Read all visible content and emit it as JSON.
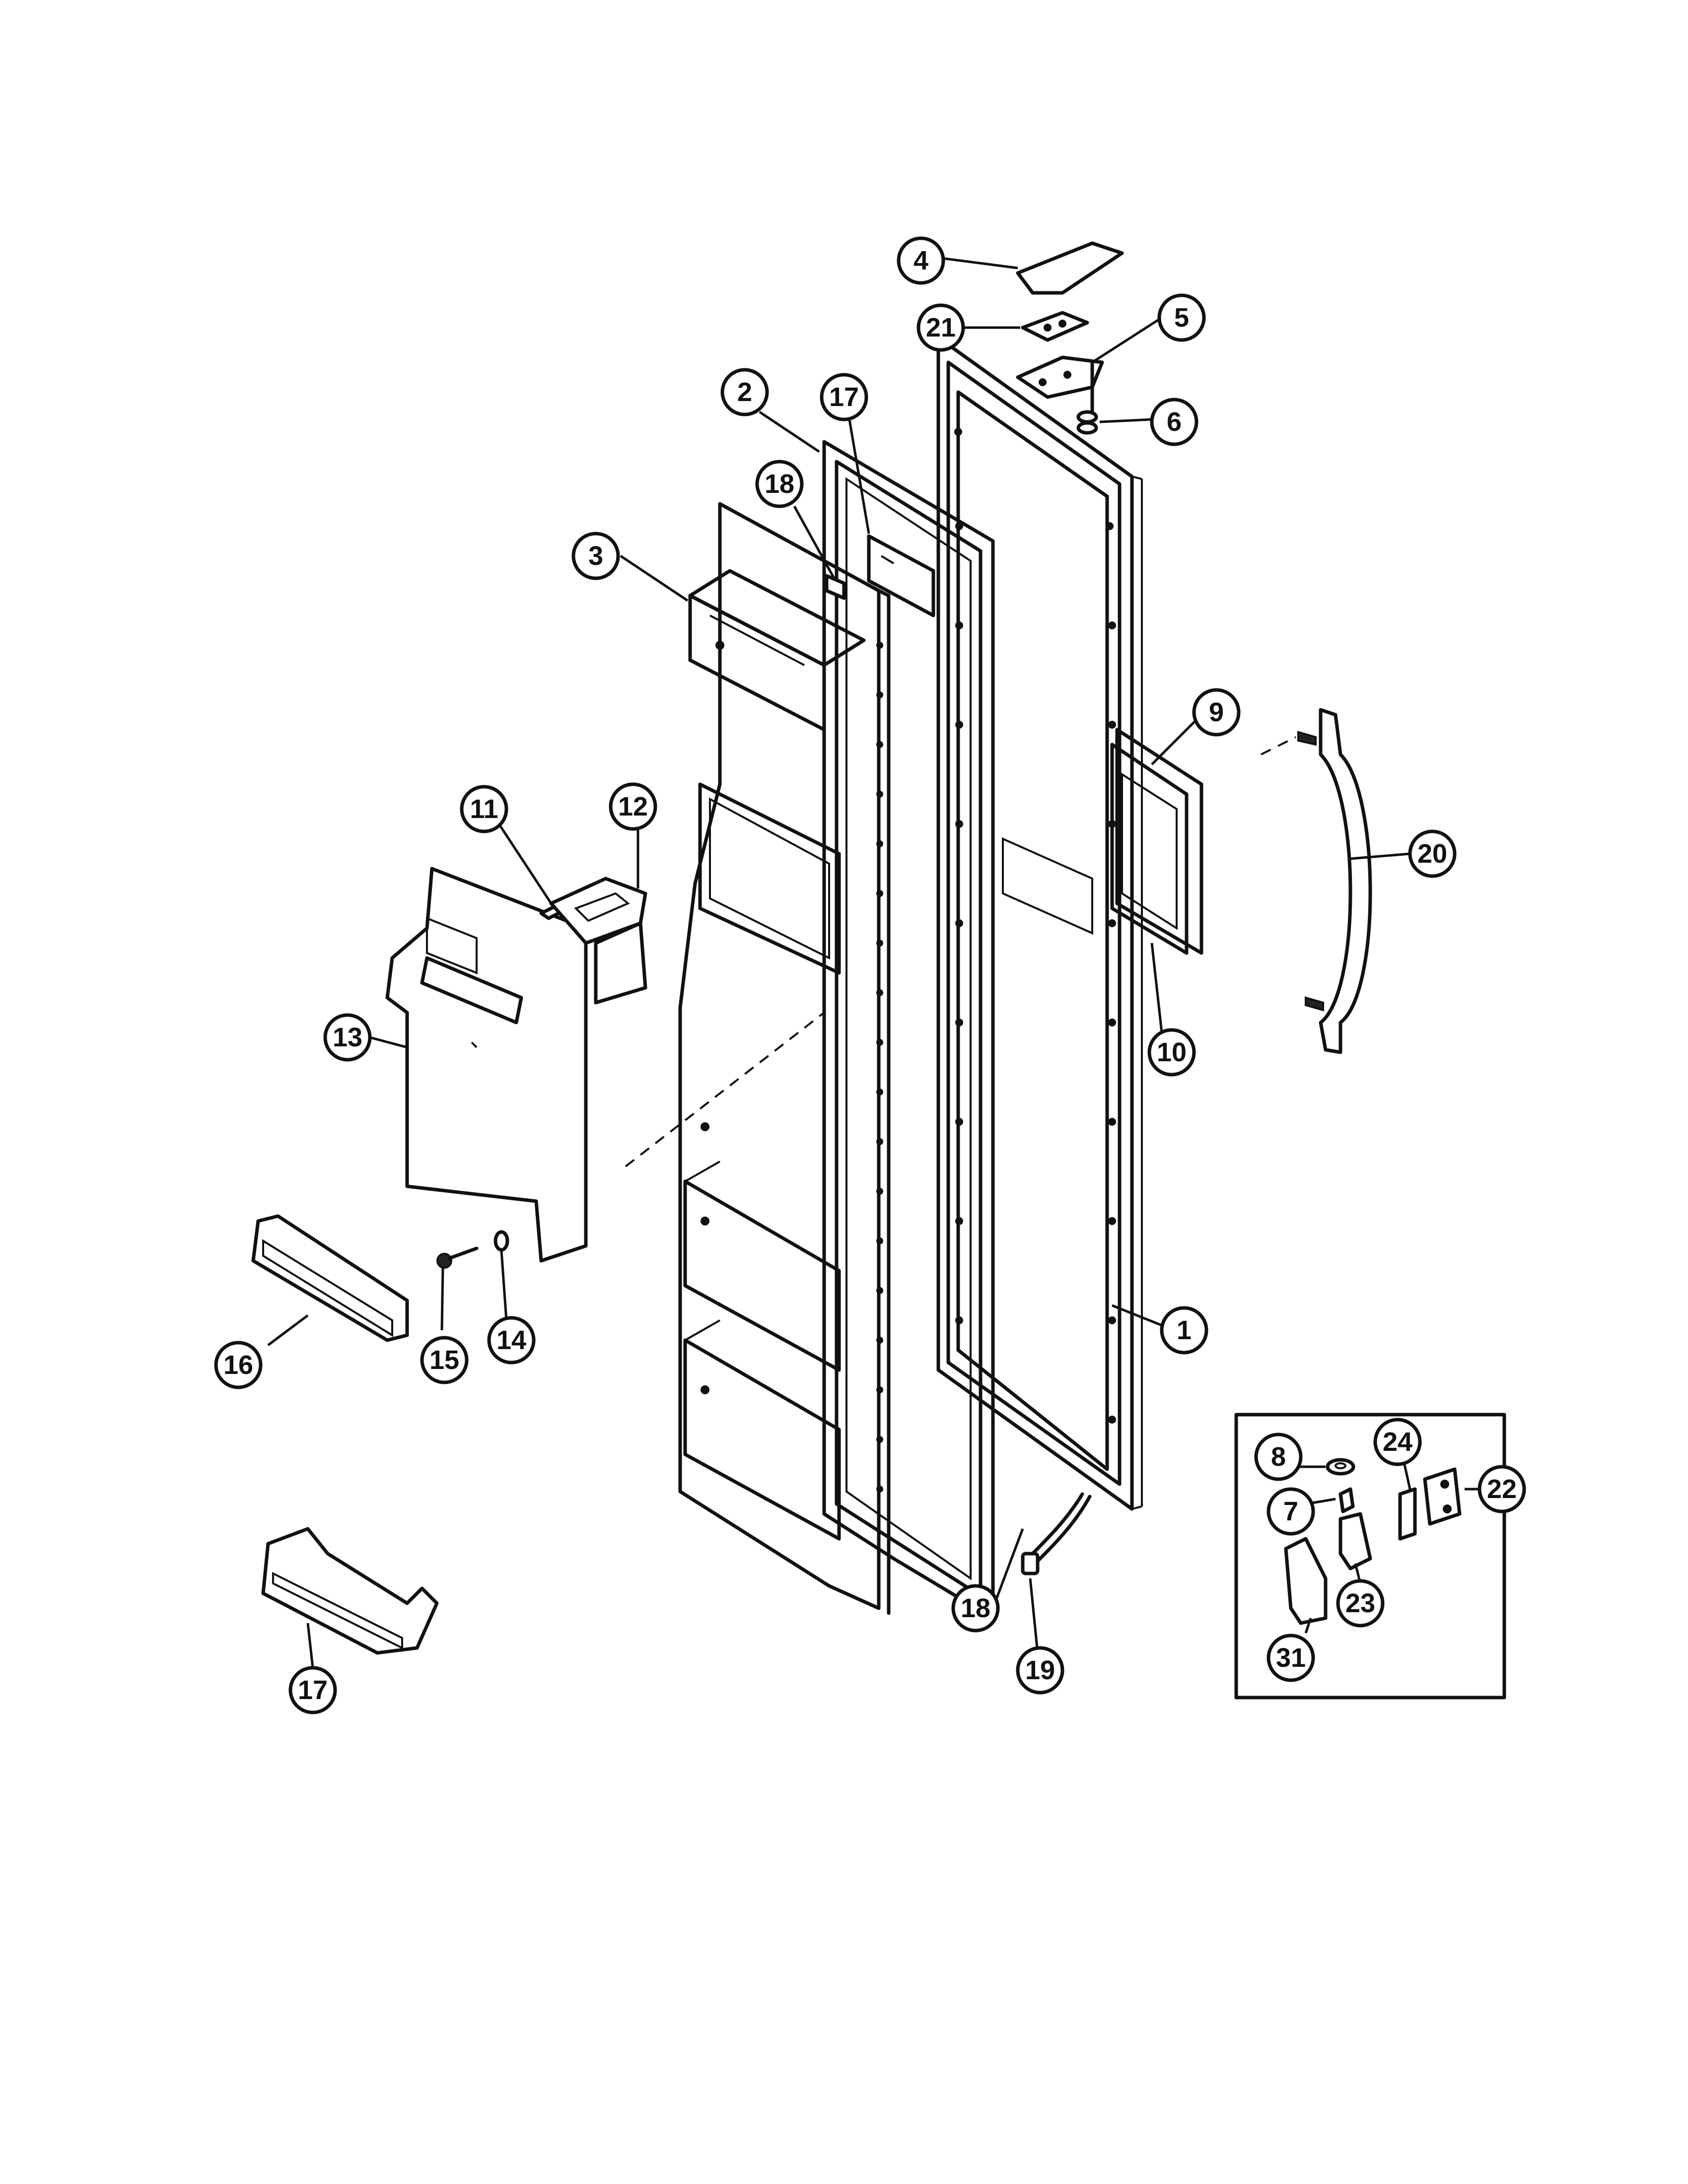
{
  "diagram": {
    "type": "exploded-parts-diagram",
    "callouts": [
      {
        "id": "c4",
        "label": "4"
      },
      {
        "id": "c21",
        "label": "21"
      },
      {
        "id": "c5",
        "label": "5"
      },
      {
        "id": "c6",
        "label": "6"
      },
      {
        "id": "c2",
        "label": "2"
      },
      {
        "id": "c17a",
        "label": "17"
      },
      {
        "id": "c18a",
        "label": "18"
      },
      {
        "id": "c3",
        "label": "3"
      },
      {
        "id": "c9",
        "label": "9"
      },
      {
        "id": "c20",
        "label": "20"
      },
      {
        "id": "c11",
        "label": "11"
      },
      {
        "id": "c12",
        "label": "12"
      },
      {
        "id": "c13",
        "label": "13"
      },
      {
        "id": "c10",
        "label": "10"
      },
      {
        "id": "c1",
        "label": "1"
      },
      {
        "id": "c14",
        "label": "14"
      },
      {
        "id": "c15",
        "label": "15"
      },
      {
        "id": "c16",
        "label": "16"
      },
      {
        "id": "c8",
        "label": "8"
      },
      {
        "id": "c24",
        "label": "24"
      },
      {
        "id": "c22",
        "label": "22"
      },
      {
        "id": "c7",
        "label": "7"
      },
      {
        "id": "c23",
        "label": "23"
      },
      {
        "id": "c31",
        "label": "31"
      },
      {
        "id": "c18b",
        "label": "18"
      },
      {
        "id": "c19",
        "label": "19"
      },
      {
        "id": "c17b",
        "label": "17"
      }
    ]
  }
}
